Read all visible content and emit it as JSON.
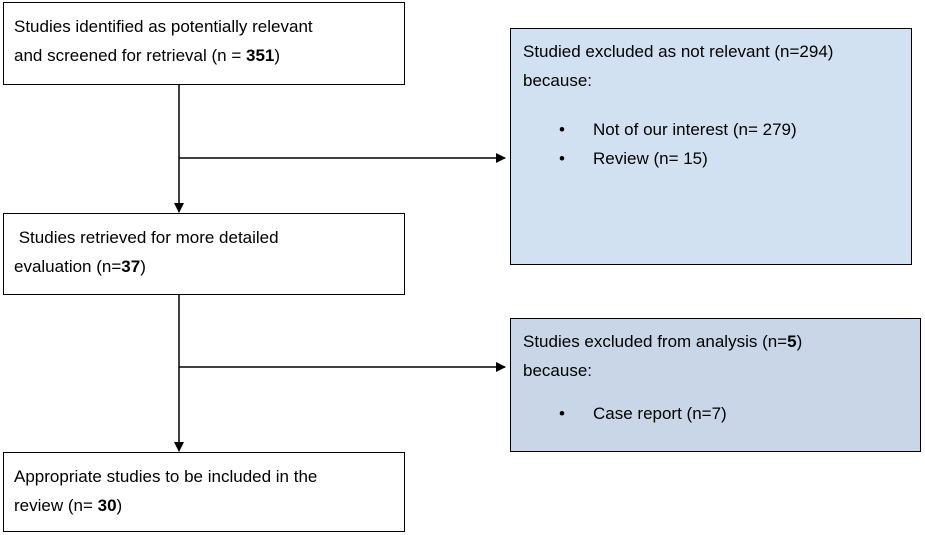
{
  "boxes": {
    "identified": {
      "line1": "Studies identified as potentially relevant",
      "line2_pre": "and screened for retrieval (n = ",
      "line2_bold": "351",
      "line2_post": ")"
    },
    "excluded_not_relevant": {
      "line1": "Studied excluded as not relevant (n=294)",
      "line2": "because:",
      "bullets": [
        "Not of our interest (n= 279)",
        "Review (n= 15)"
      ]
    },
    "retrieved": {
      "line1": " Studies retrieved for more detailed",
      "line2_pre": "evaluation (n=",
      "line2_bold": "37",
      "line2_post": ")"
    },
    "excluded_analysis": {
      "line1_pre": "Studies excluded from analysis (n=",
      "line1_bold": "5",
      "line1_post": ")",
      "line2": "because:",
      "bullets": [
        "Case report (n=7)"
      ]
    },
    "included": {
      "line1": "Appropriate studies to be included in the",
      "line2_pre": "review (n= ",
      "line2_bold": "30",
      "line2_post": ")"
    }
  },
  "bullet_symbol": "•"
}
